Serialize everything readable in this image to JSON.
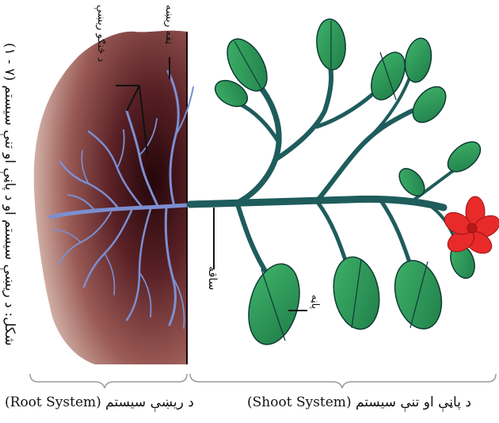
{
  "figure": {
    "caption": "(۱ - ۷) شکل: د ريښې سيستم او د پاڼې او تنې سيستم",
    "labels": {
      "root_tip": "ټفه ريښه",
      "root_hairs": "د څنګو ريښې",
      "stem": "ساقه",
      "leaf": "پاڼه"
    },
    "systems": {
      "root": "د ريښې سيستم (Root System)",
      "shoot": "د پاڼې او تنې سيستم (Shoot System)"
    }
  },
  "colors": {
    "soil_dark": "#2a0b10",
    "soil_edge": "#c9a79a",
    "root": "#7a8ed0",
    "stem": "#1f5a5a",
    "leaf": "#2f9e5a",
    "leaf_vein": "#0f3a35",
    "flower": "#e82a2a"
  }
}
